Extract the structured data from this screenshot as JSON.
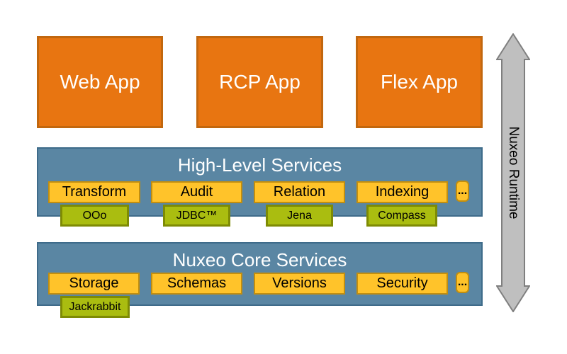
{
  "colors": {
    "app_fill": "#E87511",
    "app_border": "#C2670E",
    "layer_fill": "#5A86A3",
    "layer_border": "#3E6B8A",
    "service_fill": "#FFC32A",
    "service_border": "#C18E10",
    "impl_fill": "#AABD10",
    "impl_border": "#7E8B04",
    "arrow_fill": "#BFBFBF",
    "arrow_border": "#7F7F7F",
    "title_text": "#ffffff",
    "box_text": "#000000"
  },
  "apps": [
    {
      "label": "Web App"
    },
    {
      "label": "RCP App"
    },
    {
      "label": "Flex App"
    }
  ],
  "layers": [
    {
      "title": "High-Level Services",
      "more": "...",
      "services": [
        {
          "label": "Transform",
          "impl": "OOo"
        },
        {
          "label": "Audit",
          "impl": "JDBC™"
        },
        {
          "label": "Relation",
          "impl": "Jena"
        },
        {
          "label": "Indexing",
          "impl": "Compass"
        }
      ]
    },
    {
      "title": "Nuxeo Core Services",
      "more": "...",
      "services": [
        {
          "label": "Storage",
          "impl": "Jackrabbit"
        },
        {
          "label": "Schemas"
        },
        {
          "label": "Versions"
        },
        {
          "label": "Security"
        }
      ]
    }
  ],
  "runtime_label": "Nuxeo Runtime"
}
